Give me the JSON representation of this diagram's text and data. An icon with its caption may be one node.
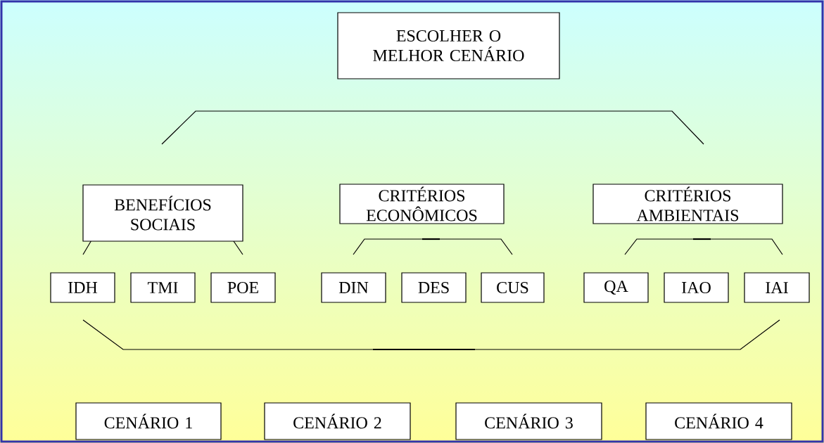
{
  "diagram": {
    "nodes": [
      {
        "text": [
          "ESCOLHER O MELHOR CENÁRIO"
        ]
      },
      {
        "text": [
          "BENEFÍCIOS SOCIAIS"
        ]
      },
      {
        "text": [
          "CRITÉRIOS ECONÔMICOS"
        ]
      },
      {
        "text": [
          "CRITÉRIOS AMBIENTAIS"
        ]
      },
      {
        "text": [
          "IDH"
        ]
      },
      {
        "text": [
          "TMI"
        ]
      },
      {
        "text": [
          "POE"
        ]
      },
      {
        "text": [
          "DIN"
        ]
      },
      {
        "text": [
          "DES"
        ]
      },
      {
        "text": [
          "CUS"
        ]
      },
      {
        "text": [
          "QA"
        ]
      },
      {
        "text": [
          "IAO"
        ]
      },
      {
        "text": [
          "IAI"
        ]
      },
      {
        "text": [
          "CENÁRIO 1"
        ]
      },
      {
        "text": [
          "CENÁRIO 2"
        ]
      },
      {
        "text": [
          "CENÁRIO 3"
        ]
      },
      {
        "text": [
          "CENÁRIO 4"
        ]
      }
    ]
  }
}
